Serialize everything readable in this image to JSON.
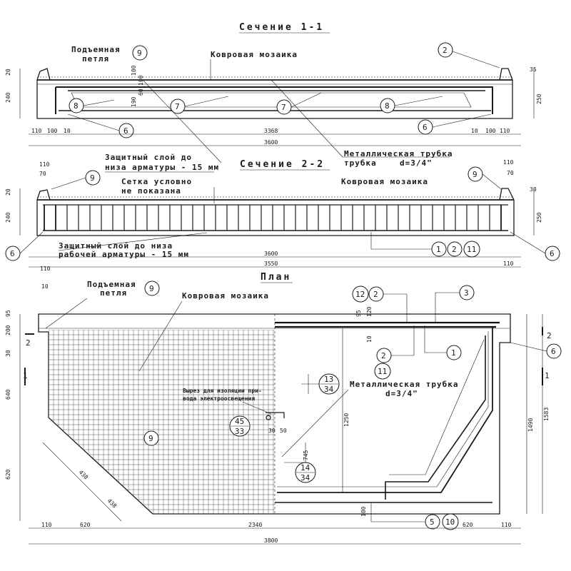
{
  "titles": {
    "section_1": "Сечение 1-1",
    "section_2": "Сечение 2-2",
    "plan": "План"
  },
  "labels": {
    "lifting_loop": "Подъемная петля",
    "carpet_mosaic": "Ковровая мозаика",
    "metal_tube": "Металлическая трубка",
    "metal_tube_diameter": "d=3/4\"",
    "cover_layer_top_1": "Защитный слой до",
    "cover_layer_top_2": "низа арматуры - 15 мм",
    "mesh_note_1": "Сетка условно",
    "mesh_note_2": "не показана",
    "cover_layer_bottom_1": "Защитный слой до низа",
    "cover_layer_bottom_2": "рабочей арматуры - 15 мм",
    "cutout_note_1": "Вырез для изоляции при-",
    "cutout_note_2": "вода электроосвещения"
  },
  "callouts": {
    "s1": [
      "9",
      "2",
      "8",
      "7",
      "7",
      "8",
      "6",
      "6"
    ],
    "s2": [
      "9",
      "9",
      "6",
      "1",
      "2",
      "11",
      "6"
    ],
    "plan": [
      "9",
      "12",
      "2",
      "3",
      "2",
      "1",
      "11",
      "6",
      "9",
      "5",
      "10"
    ],
    "refs": [
      {
        "top": "13",
        "bottom": "34"
      },
      {
        "top": "45",
        "bottom": "33"
      },
      {
        "top": "14",
        "bottom": "34"
      }
    ]
  },
  "dimensions": {
    "s1_left": [
      "20",
      "240"
    ],
    "s1_inner": [
      "100",
      "190",
      "60",
      "100"
    ],
    "s1_right": [
      "35",
      "250"
    ],
    "s1_bottom": [
      "110",
      "100",
      "10",
      "3368",
      "10",
      "100",
      "110"
    ],
    "s1_total": "3600",
    "s2_left": [
      "110",
      "70",
      "20",
      "240"
    ],
    "s2_right": [
      "110",
      "70",
      "30",
      "250"
    ],
    "s2_bottom": [
      "3600",
      "3550",
      "110",
      "110"
    ],
    "plan_top_left": [
      "10",
      "95",
      "200",
      "30"
    ],
    "plan_top_inner": [
      "95",
      "120"
    ],
    "plan_left": [
      "640",
      "620"
    ],
    "plan_right": [
      "1490",
      "1583"
    ],
    "plan_inner": [
      "1250",
      "745",
      "10",
      "30",
      "50",
      "100"
    ],
    "plan_bottom": [
      "110",
      "620",
      "2340",
      "620",
      "110"
    ],
    "plan_total": "3800",
    "plan_diag": [
      "438",
      "438"
    ],
    "section_marks": [
      "1",
      "1",
      "2",
      "2"
    ]
  }
}
